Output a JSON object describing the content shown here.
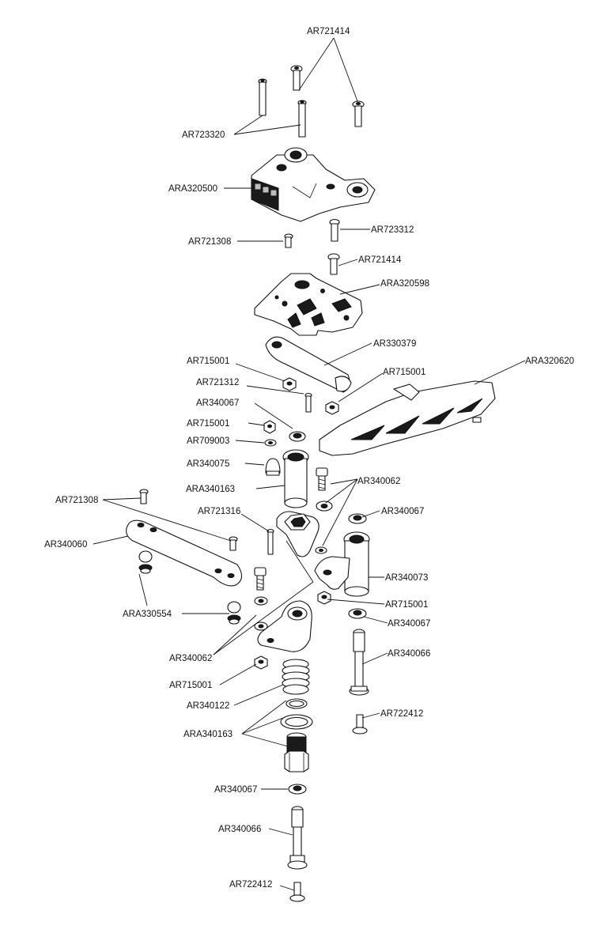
{
  "labels": {
    "ar721414_top": "AR721414",
    "ar723320": "AR723320",
    "ara320500": "ARA320500",
    "ar723312": "AR723312",
    "ar721308_a": "AR721308",
    "ar721414_mid": "AR721414",
    "ara320598": "ARA320598",
    "ar330379": "AR330379",
    "ara320620": "ARA320620",
    "ar715001_a": "AR715001",
    "ar715001_b": "AR715001",
    "ar721312": "AR721312",
    "ar340067_a": "AR340067",
    "ar715001_c": "AR715001",
    "ar709003": "AR709003",
    "ar340075": "AR340075",
    "ara340163_a": "ARA340163",
    "ar340062_a": "AR340062",
    "ar721308_b": "AR721308",
    "ar721316": "AR721316",
    "ar340067_b": "AR340067",
    "ar340060": "AR340060",
    "ar340073": "AR340073",
    "ara330554": "ARA330554",
    "ar715001_d": "AR715001",
    "ar340067_c": "AR340067",
    "ar340062_b": "AR340062",
    "ar340066_a": "AR340066",
    "ar715001_e": "AR715001",
    "ar340122": "AR340122",
    "ar722412_a": "AR722412",
    "ara340163_b": "ARA340163",
    "ar340067_d": "AR340067",
    "ar340066_b": "AR340066",
    "ar722412_b": "AR722412"
  }
}
